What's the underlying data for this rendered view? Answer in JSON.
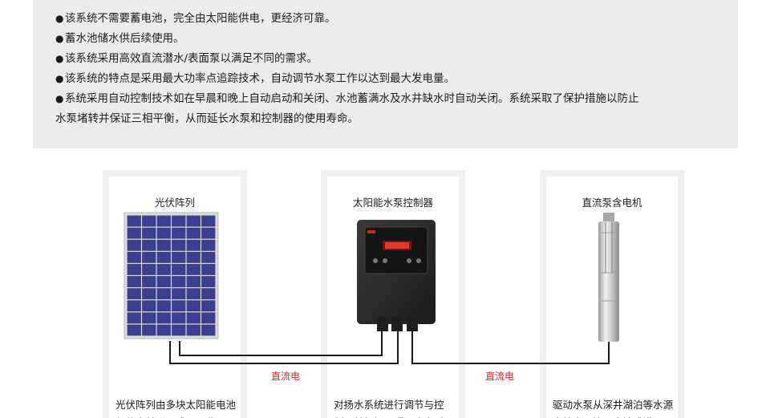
{
  "info": {
    "items": [
      "该系统不需要蓄电池，完全由太阳能供电，更经济可靠。",
      "蓄水池储水供后续使用。",
      "该系统采用高效直流潜水/表面泵以满足不同的需求。",
      "该系统的特点是采用最大功率点追踪技术，自动调节水泵工作以达到最大发电量。",
      "系统采用自动控制技术如在早晨和晚上自动启动和关闭、水池蓄满水及水井缺水时自动关闭。系统采取了保护措施以防止"
    ],
    "last_continuation": "水泵堵转并保证三相平衡，从而延长水泵和控制器的使用寿命。"
  },
  "panels": {
    "pv": {
      "title": "光伏阵列",
      "desc": "光伏阵列由多块太阳能电池组件串并联而成，吸收"
    },
    "controller": {
      "title": "太阳能水泵控制器",
      "desc": "对扬水系统进行调节与控制，并根据日照强度实时"
    },
    "pump": {
      "title": "直流泵含电机",
      "desc": "驱动水泵从深井湖泊等水源中抽水，注入水池或灌"
    }
  },
  "connections": {
    "label_1": "直流电",
    "label_2": "直流电"
  },
  "colors": {
    "info_bg": "#ebebeb",
    "panel_border": "#f0efee",
    "wire": "#1a1a1a",
    "dc_label": "#d9232a",
    "solar_cell": "#3a3f8f",
    "controller_body": "#2b2b2b",
    "pump_metal": "#c9c9c9"
  }
}
